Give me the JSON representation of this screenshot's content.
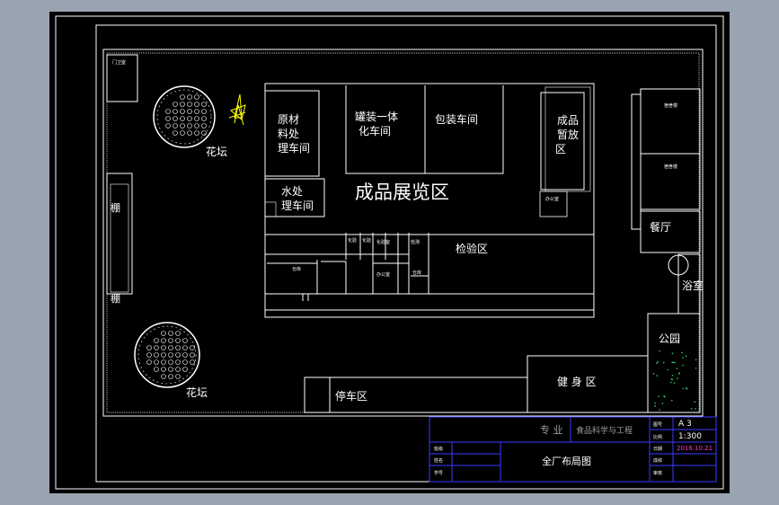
{
  "drawing": {
    "labels": {
      "raw_material": [
        "原材",
        "料处",
        "理车间"
      ],
      "canning": [
        "罐装一体",
        "化车间"
      ],
      "packaging": "包装车间",
      "finished_storage": [
        "成品",
        "暂放",
        "区"
      ],
      "water_treatment": [
        "水处",
        "理车间"
      ],
      "exhibition": "成品展览区",
      "inspection": "检验区",
      "canteen": "餐厅",
      "bathroom": "浴室",
      "park": "公园",
      "fitness": "健 身 区",
      "parking": "停车区",
      "flower_bed_top": "花坛",
      "flower_bed_bottom": "花坛",
      "shed": [
        "棚",
        "棚"
      ],
      "guard": "门卫室",
      "office": "办公室",
      "dorm_1": "宿舍楼",
      "dorm_2": "宿舍楼",
      "small_rooms": [
        "化验",
        "化验",
        "仓库",
        "化验室",
        "检测",
        "办公室",
        "仓库"
      ]
    }
  },
  "title_block": {
    "major_label": "专 业",
    "major_value": "食品科学与工程",
    "sheet_label": "图号",
    "sheet_value": "A 3",
    "scale_label": "比例",
    "scale_value": "1:300",
    "date_label": "日期",
    "date_value": "2016.10.21",
    "title": "全厂布局图",
    "rows_left": [
      "班级",
      "姓名",
      "学号"
    ],
    "rows_right": [
      "成绩",
      "审核"
    ]
  },
  "colors": {
    "line": "#ffffff",
    "title_block_line": "#3a3aff",
    "date": "#ff33cc",
    "tree": "#ffff00",
    "park_dots": "#33cc66"
  }
}
